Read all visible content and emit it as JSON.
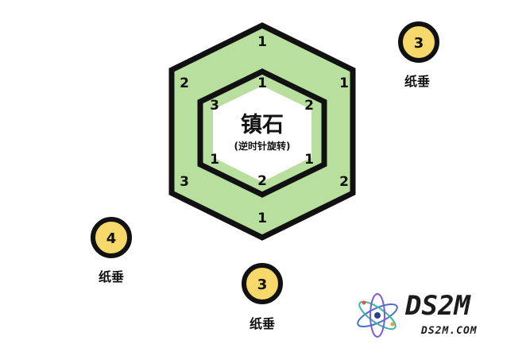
{
  "puzzle": {
    "center_title": "镇石",
    "center_subtitle": "(逆时针旋转)",
    "outer_ring_numbers": [
      "1",
      "1",
      "2",
      "1",
      "3",
      "2"
    ],
    "inner_ring_numbers": [
      "1",
      "2",
      "1",
      "2",
      "1",
      "3"
    ],
    "colors": {
      "ring_fill": "#b9df9f",
      "outline": "#111111",
      "inner_fill": "#ffffff"
    }
  },
  "coins": [
    {
      "number": "3",
      "label": "纸垂",
      "color": "#f7d86a"
    },
    {
      "number": "4",
      "label": "纸垂",
      "color": "#f7d86a"
    },
    {
      "number": "3",
      "label": "纸垂",
      "color": "#f7d86a"
    }
  ],
  "watermark": {
    "title": "DS2M",
    "url": "DS2M.COM",
    "icon": "atom-logo-icon"
  }
}
